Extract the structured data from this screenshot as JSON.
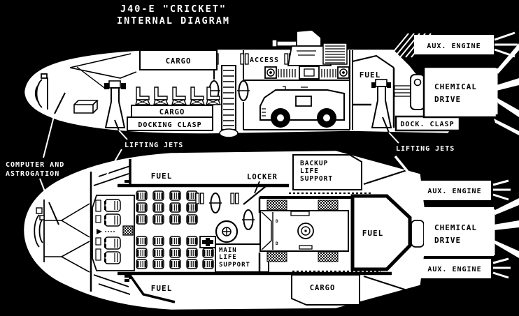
{
  "title": {
    "line1": "J40-E \"CRICKET\"",
    "line2": "INTERNAL DIAGRAM"
  },
  "colors": {
    "background": "#000000",
    "foreground": "#ffffff"
  },
  "side_view": {
    "cargo_top": "CARGO",
    "access": "ACCESS",
    "cargo_lower": "CARGO",
    "docking_clasp": "DOCKING CLASP",
    "fuel": "FUEL",
    "aux_engine": "AUX. ENGINE",
    "chemical_drive": [
      "CHEMICAL",
      "DRIVE"
    ],
    "dock_clasp": "DOCK. CLASP"
  },
  "plan_view": {
    "fuel_top": "FUEL",
    "locker": "LOCKER",
    "backup_life_support": [
      "BACKUP",
      "LIFE",
      "SUPPORT"
    ],
    "aux_engine_top": "AUX. ENGINE",
    "chemical_drive": [
      "CHEMICAL",
      "DRIVE"
    ],
    "fuel_center": "FUEL",
    "aux_engine_bottom": "AUX. ENGINE",
    "cargo_bottom": "CARGO",
    "fuel_bottom": "FUEL",
    "main_life_support": [
      "MAIN",
      "LIFE",
      "SUPPORT"
    ],
    "vehicle_door_mark": "D"
  },
  "callouts": {
    "computer_astrogation": [
      "COMPUTER AND",
      "ASTROGATION"
    ],
    "lifting_jets_left": "LIFTING JETS",
    "lifting_jets_right": "LIFTING JETS"
  }
}
